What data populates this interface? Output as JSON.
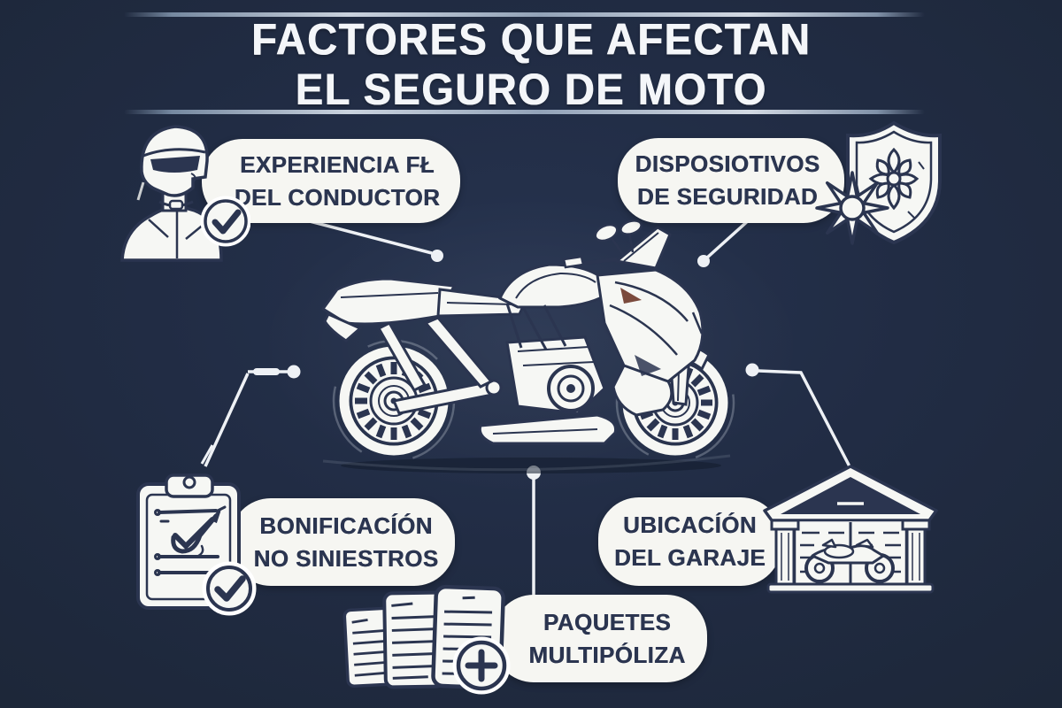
{
  "title": {
    "line1": "FACTORES QUE AFECTAN",
    "line2": "EL SEGURO DE MOTO"
  },
  "factors": [
    {
      "name": "experiencia-del-conductor",
      "line1": "EXPERIENCIA FŁ",
      "line2": "DEL CONDUCTOR",
      "icon": "rider-helmet-check-icon"
    },
    {
      "name": "dispositivos-de-seguridad",
      "line1": "DISPOSIOTIVOS",
      "line2": "DE SEGURIDAD",
      "icon": "shield-star-icon"
    },
    {
      "name": "bonificacion-no-siniestros",
      "line1": "BONIFICACÍÓN",
      "line2": "NO SINIESTROS",
      "icon": "clipboard-check-icon"
    },
    {
      "name": "ubicacion-del-garaje",
      "line1": "UBICACÍÓN",
      "line2": "DEL GARAJE",
      "icon": "garage-motorcycle-icon"
    },
    {
      "name": "paquetes-multipoliza",
      "line1": "PAQUETES",
      "line2": "MULTIPÓLIZA",
      "icon": "documents-plus-icon"
    }
  ],
  "center_illustration": "sport-motorcycle-line-art",
  "colors": {
    "background": "#212c44",
    "card": "#f6f6f2",
    "ink": "#2b3550",
    "metallic_line": "#dde5ef",
    "accent": "#7b4a3c"
  }
}
